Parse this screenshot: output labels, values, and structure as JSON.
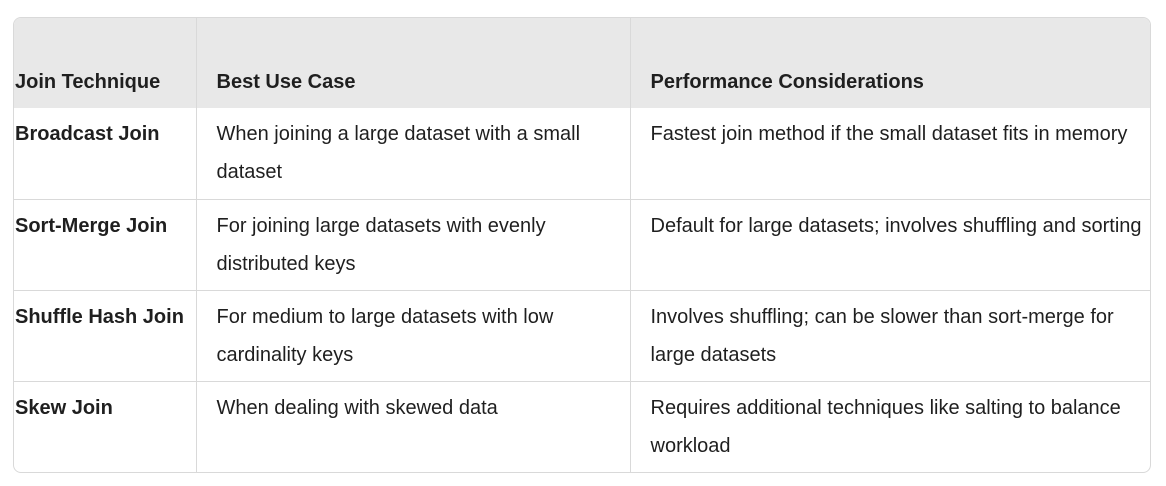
{
  "table": {
    "headers": [
      "Join Technique",
      "Best Use Case",
      "Performance Considerations"
    ],
    "rows": [
      [
        "Broadcast Join",
        "When joining a large dataset with a small dataset",
        "Fastest join method if the small dataset fits in memory"
      ],
      [
        "Sort-Merge Join",
        "For joining large datasets with evenly distributed keys",
        "Default for large datasets; involves shuffling and sorting"
      ],
      [
        "Shuffle Hash Join",
        "For medium to large datasets with low cardinality keys",
        "Involves shuffling; can be slower than sort-merge for large datasets"
      ],
      [
        "Skew Join",
        "When dealing with skewed data",
        "Requires additional techniques like salting to balance workload"
      ]
    ]
  }
}
